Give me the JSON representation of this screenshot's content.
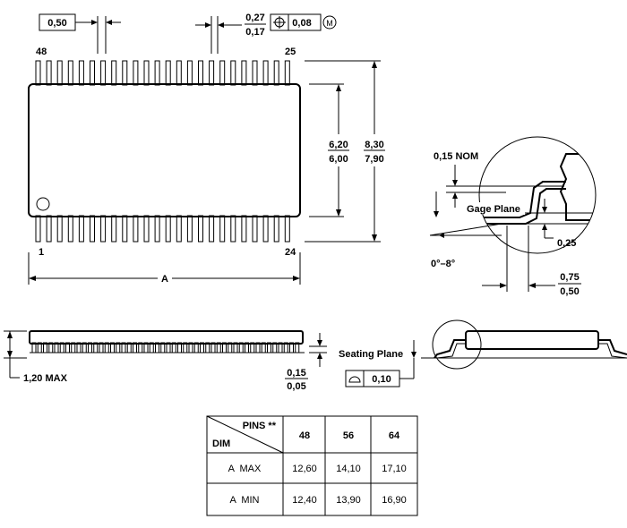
{
  "top_view": {
    "pitch": "0,50",
    "lead_width_max": "0,27",
    "lead_width_min": "0,17",
    "position_tolerance": "0,08",
    "position_modifier": "M",
    "pin_first_top": "48",
    "pin_last_top": "25",
    "pin_first_bottom": "1",
    "pin_last_bottom": "24",
    "body_width_max": "6,20",
    "body_width_min": "6,00",
    "overall_width_max": "8,30",
    "overall_width_min": "7,90",
    "length_label": "A"
  },
  "detail": {
    "nom_label": "0,15 NOM",
    "gage_plane_label": "Gage Plane",
    "gage_value": "0,25",
    "angle_label": "0°–8°",
    "foot_length_max": "0,75",
    "foot_length_min": "0,50"
  },
  "side_view": {
    "height_label": "1,20 MAX",
    "standoff_max": "0,15",
    "standoff_min": "0,05",
    "seating_plane_label": "Seating Plane",
    "flatness_value": "0,10"
  },
  "table": {
    "header_pins": "PINS **",
    "header_dim": "DIM",
    "columns": [
      "48",
      "56",
      "64"
    ],
    "rows": [
      {
        "label": "A  MAX",
        "values": [
          "12,60",
          "14,10",
          "17,10"
        ]
      },
      {
        "label": "A  MIN",
        "values": [
          "12,40",
          "13,90",
          "16,90"
        ]
      }
    ]
  }
}
